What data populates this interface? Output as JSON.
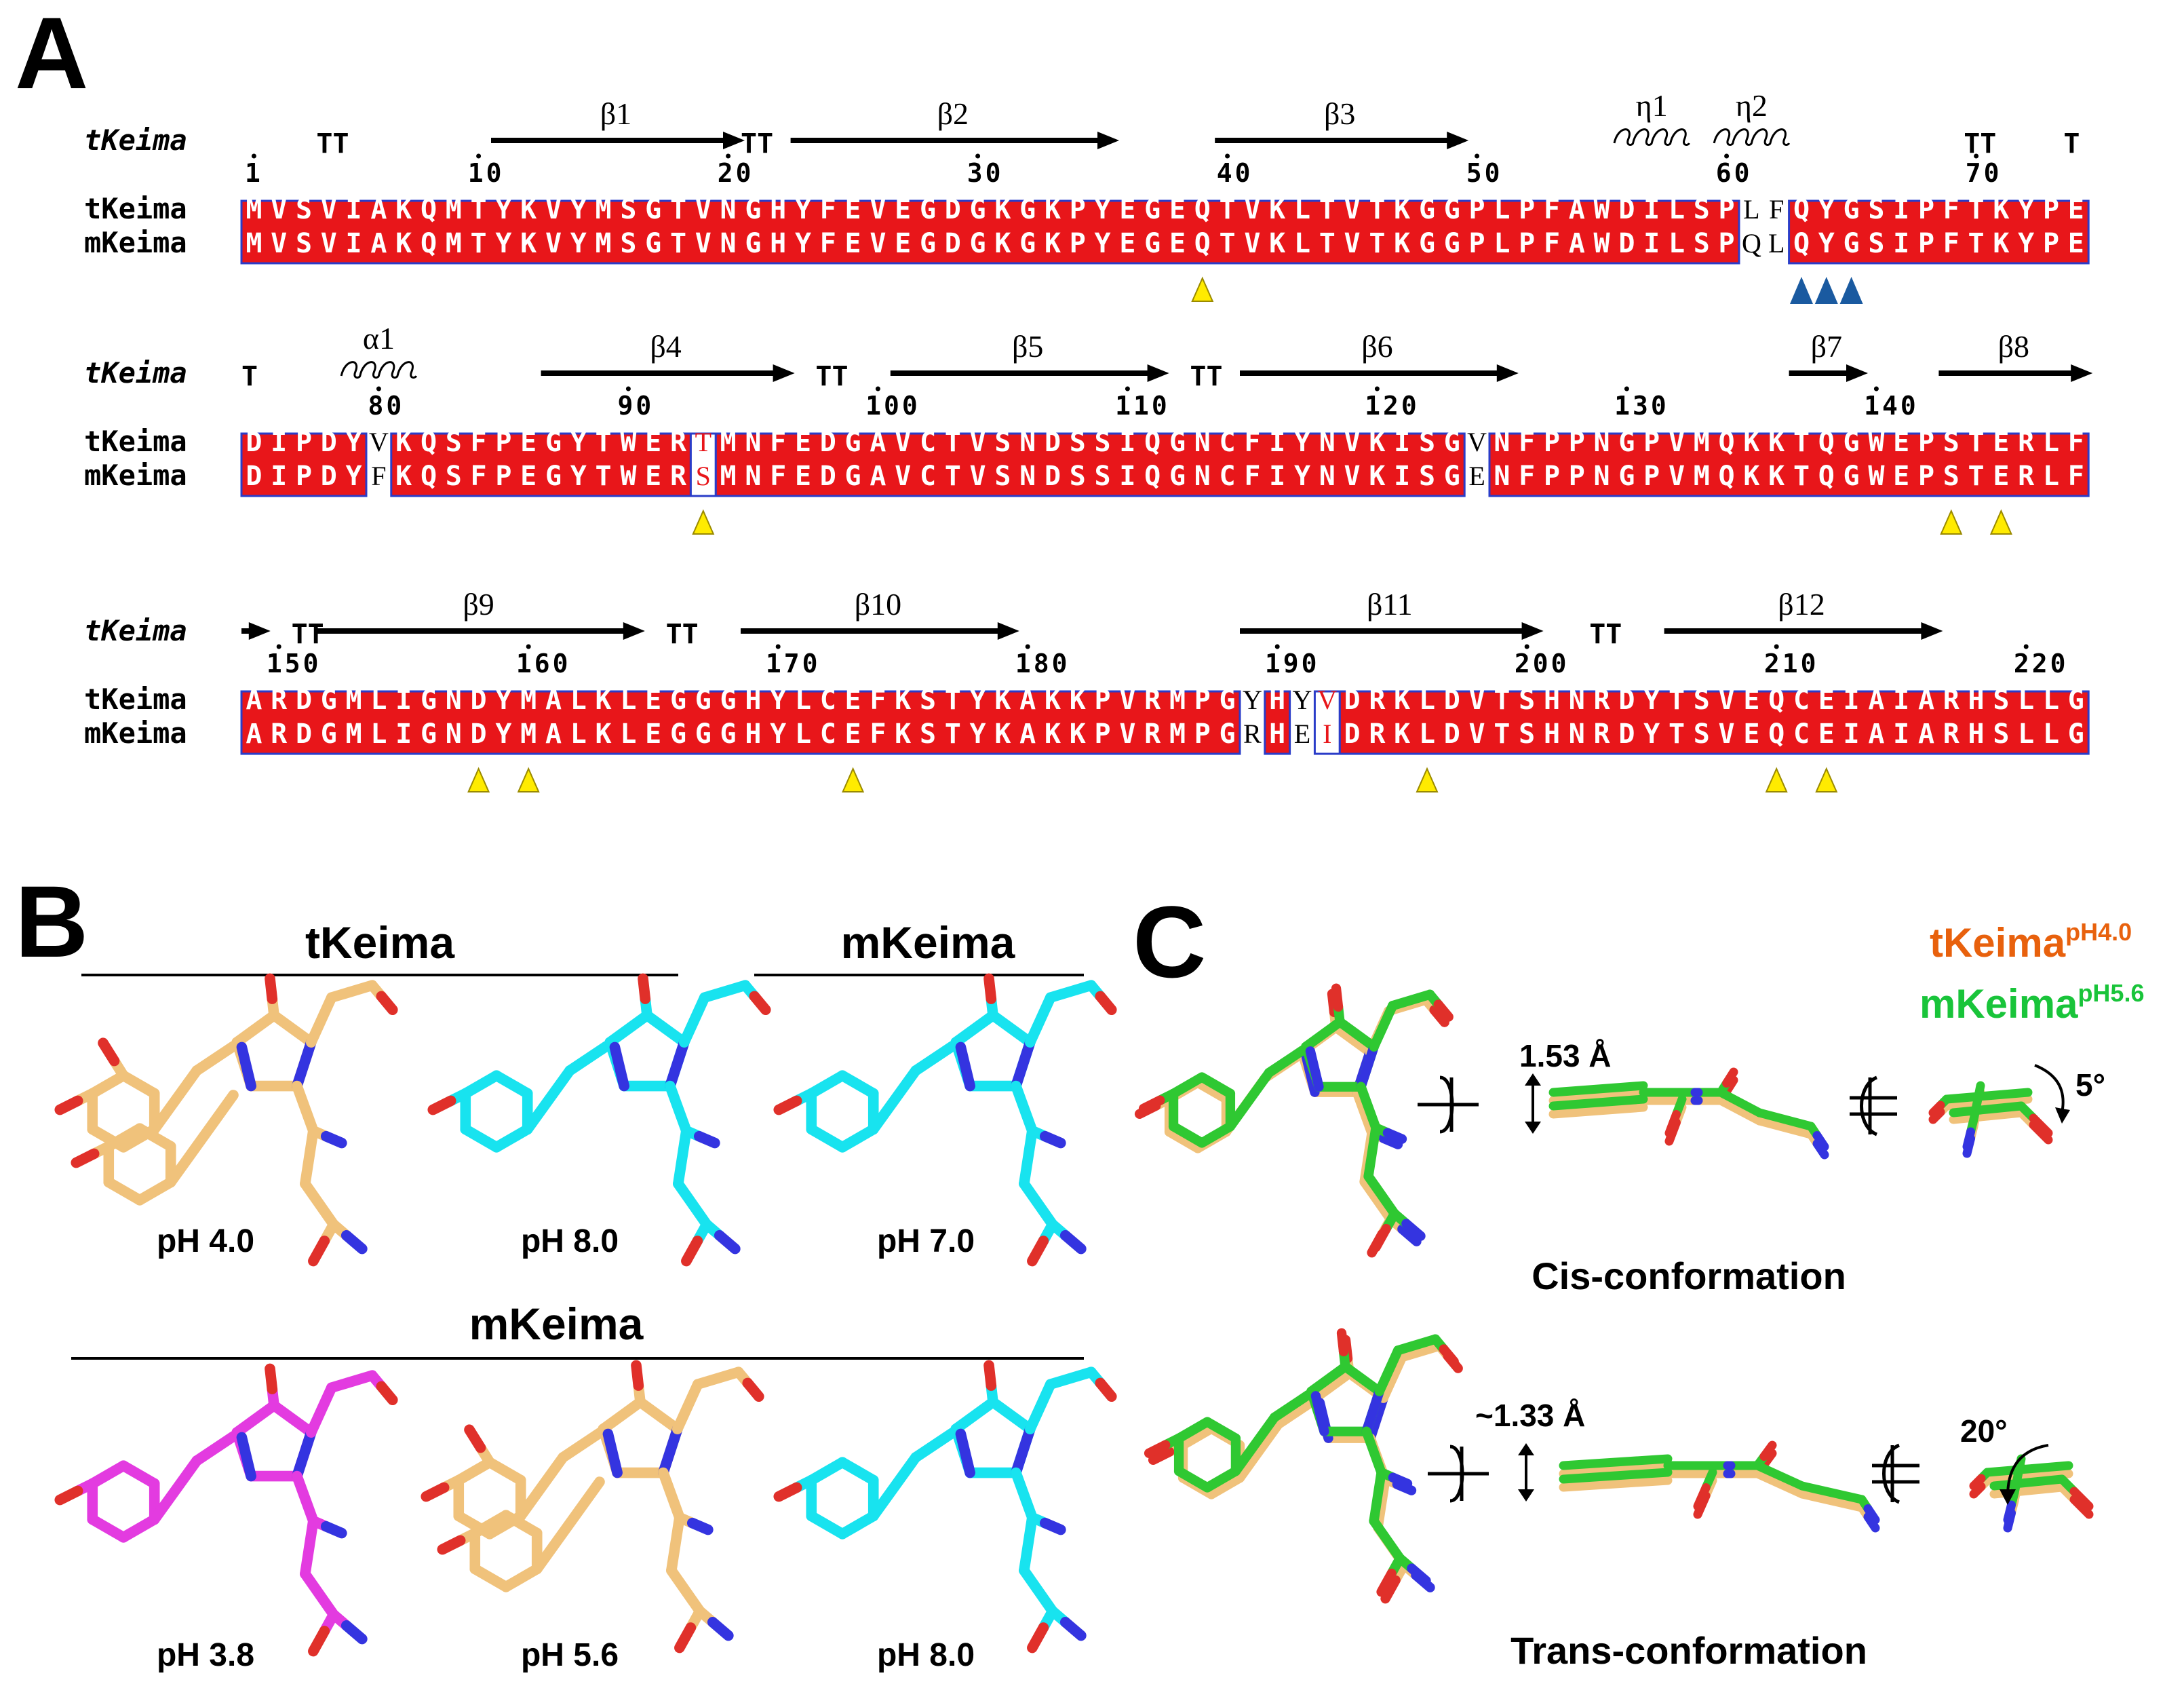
{
  "panels": {
    "a": "A",
    "b": "B",
    "c": "C"
  },
  "alignment": {
    "ref_label": "tKeima",
    "row1_label": "tKeima",
    "row2_label": "mKeima",
    "blocks": [
      {
        "start": 1,
        "seq1": "MVSVIAKQMTYKVYMSGTVNGHYFEVEGDGKGKPYEGEQTVKLTVTKGGPLPFAWDILSPLFQYGSIPFTKYPE",
        "seq2": "MVSVIAKQMTYKVYMSGTVNGHYFEVEGDGKGKPYEGEQTVKLTVTKGGPLPFAWDILSPQLQYGSIPFTKYPE",
        "numbers": [
          1,
          10,
          20,
          30,
          40,
          50,
          60,
          70
        ],
        "arrows": [
          {
            "label": "β1",
            "from": 11,
            "to": 21
          },
          {
            "label": "β2",
            "from": 23,
            "to": 36
          },
          {
            "label": "β3",
            "from": 40,
            "to": 50
          }
        ],
        "helices": [
          {
            "label": "η1",
            "from": 56,
            "to": 59
          },
          {
            "label": "η2",
            "from": 60,
            "to": 63
          }
        ],
        "turns": [
          {
            "label": "TT",
            "pos": 4
          },
          {
            "label": "TT",
            "pos": 21
          },
          {
            "label": "TT",
            "pos": 70
          },
          {
            "label": "T",
            "pos": 74
          }
        ],
        "yellow_triangles": [
          39
        ],
        "blue_triangles": [
          63,
          64,
          65
        ],
        "boxed": [],
        "white_cols": [
          61,
          62
        ]
      },
      {
        "start": 75,
        "seq1": "DIPDYVKQSFPEGYTWERTMNFEDGAVCTVSNDSSIQGNCFIYNVKISGVNFPPNGPVMQKKTQGWEPSTERLF",
        "seq2": "DIPDYFKQSFPEGYTWERSMNFEDGAVCTVSNDSSIQGNCFIYNVKISGENFPPNGPVMQKKTQGWEPSTERLF",
        "numbers": [
          80,
          90,
          100,
          110,
          120,
          130,
          140
        ],
        "arrows": [
          {
            "label": "β4",
            "from": 87,
            "to": 97
          },
          {
            "label": "β5",
            "from": 101,
            "to": 112
          },
          {
            "label": "β6",
            "from": 115,
            "to": 126
          },
          {
            "label": "β7",
            "from": 137,
            "to": 140
          },
          {
            "label": "β8",
            "from": 143,
            "to": 149
          }
        ],
        "helices": [
          {
            "label": "α1",
            "from": 79,
            "to": 82
          }
        ],
        "turns": [
          {
            "label": "T",
            "pos": 75
          },
          {
            "label": "TT",
            "pos": 98
          },
          {
            "label": "TT",
            "pos": 113
          }
        ],
        "yellow_triangles": [
          93,
          143,
          145
        ],
        "blue_triangles": [],
        "boxed": [
          93
        ],
        "white_cols": [
          80,
          124
        ]
      },
      {
        "start": 149,
        "seq1": "ARDGMLIGNDYMALKLEGGGHYLCEFKSTYKAKKPVRMPGYHYVDRKLDVTSHNRDYTSVEQCEIAIARHSLLG",
        "seq2": "ARDGMLIGNDYMALKLEGGGHYLCEFKSTYKAKKPVRMPGRHEIDRKLDVTSHNRDYTSVEQCEIAIARHSLLG",
        "numbers": [
          150,
          160,
          170,
          180,
          190,
          200,
          210,
          220
        ],
        "arrows": [
          {
            "label": "",
            "from": 149,
            "to": 150
          },
          {
            "label": "β9",
            "from": 152,
            "to": 165
          },
          {
            "label": "β10",
            "from": 169,
            "to": 180
          },
          {
            "label": "β11",
            "from": 189,
            "to": 201
          },
          {
            "label": "β12",
            "from": 206,
            "to": 217
          }
        ],
        "helices": [],
        "turns": [
          {
            "label": "TT",
            "pos": 151
          },
          {
            "label": "TT",
            "pos": 166
          },
          {
            "label": "TT",
            "pos": 203
          }
        ],
        "yellow_triangles": [
          158,
          160,
          173,
          196,
          210,
          212
        ],
        "blue_triangles": [],
        "boxed": [
          192
        ],
        "white_cols": [
          189,
          191
        ]
      }
    ]
  },
  "panel_b": {
    "group1_left_title": "tKeima",
    "group1_right_title": "mKeima",
    "group1_ph": [
      "pH 4.0",
      "pH 8.0",
      "pH 7.0"
    ],
    "group2_title": "mKeima",
    "group2_ph": [
      "pH 3.8",
      "pH 5.6",
      "pH 8.0"
    ]
  },
  "panel_c": {
    "legend_t": "tKeima",
    "legend_t_sup": "pH4.0",
    "legend_m": "mKeima",
    "legend_m_sup": "pH5.6",
    "legend_t_color": "#e8610d",
    "legend_m_color": "#19c43a",
    "cis_label": "Cis-conformation",
    "trans_label": "Trans-conformation",
    "cis_dist": "1.53 Å",
    "cis_angle": "5°",
    "trans_dist": "~1.33 Å",
    "trans_angle": "20°"
  },
  "colors": {
    "identity_red": "#e8161a",
    "box_blue": "#2a3cc8",
    "triangle_yellow": "#ffeb00",
    "triangle_blue": "#1a5aa0",
    "tan": "#f0c27b",
    "cyan": "#18e3ef",
    "magenta": "#e33be0",
    "green": "#2fc832",
    "oxygen": "#e0302a",
    "nitrogen": "#3434e0"
  }
}
